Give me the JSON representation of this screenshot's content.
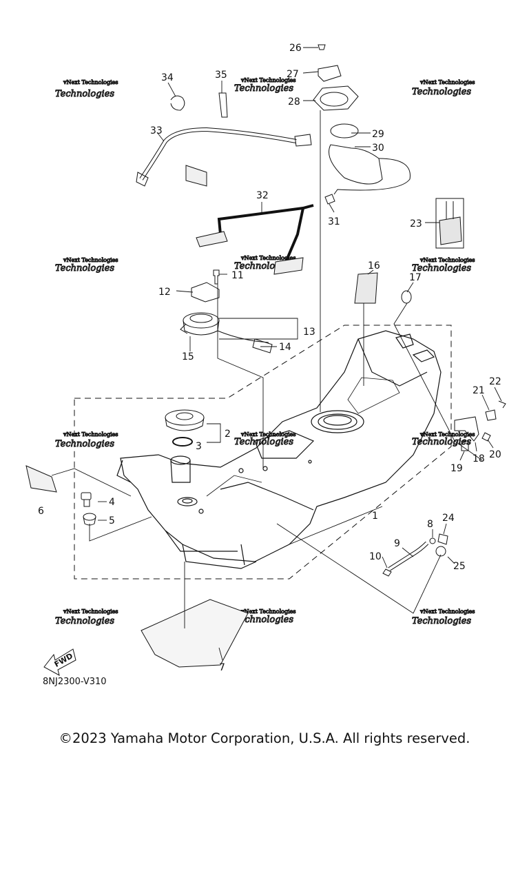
{
  "diagram_code": "8NJ2300-V310",
  "fwd_label": "FWD",
  "copyright": "©2023 Yamaha Motor Corporation, U.S.A. All rights reserved.",
  "watermark": {
    "line1": "vNext Technologies",
    "line2": "Technologies"
  },
  "callouts": [
    "1",
    "2",
    "3",
    "4",
    "5",
    "6",
    "7",
    "8",
    "9",
    "10",
    "11",
    "12",
    "13",
    "14",
    "15",
    "16",
    "17",
    "18",
    "19",
    "20",
    "21",
    "22",
    "23",
    "24",
    "25",
    "26",
    "27",
    "28",
    "29",
    "30",
    "31",
    "32",
    "33",
    "34",
    "35"
  ]
}
